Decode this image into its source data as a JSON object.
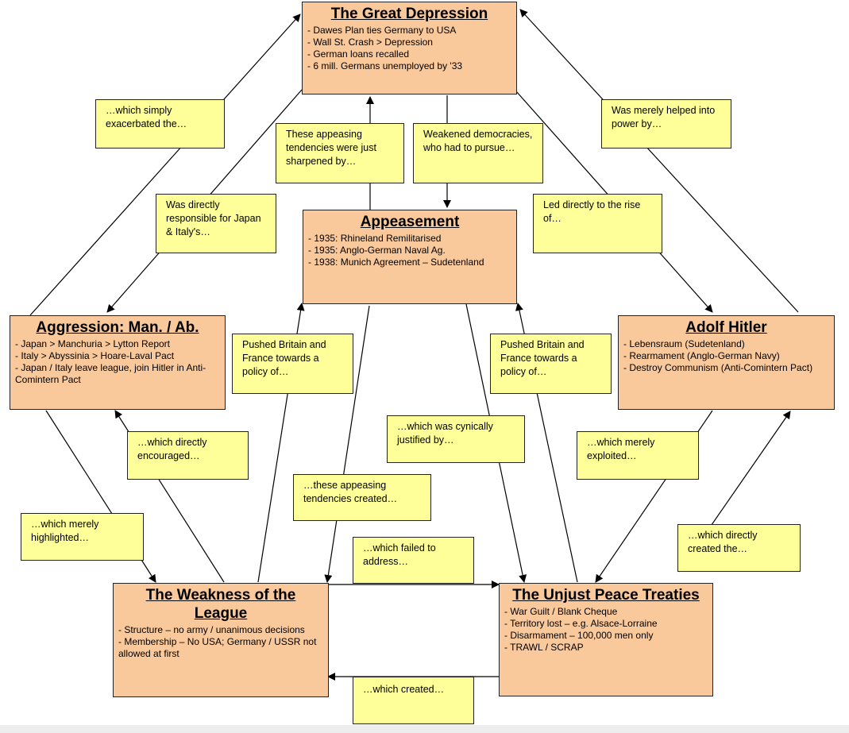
{
  "boxes": {
    "great_depression": {
      "title": "The Great Depression",
      "items": [
        "Dawes Plan ties Germany to USA",
        "Wall St. Crash > Depression",
        "German loans recalled",
        "6 mill. Germans unemployed by '33"
      ]
    },
    "appeasement": {
      "title": "Appeasement",
      "items": [
        "1935: Rhineland Remilitarised",
        "1935: Anglo-German Naval Ag.",
        "1938: Munich Agreement – Sudetenland"
      ]
    },
    "aggression": {
      "title": "Aggression: Man. / Ab.",
      "items": [
        "Japan > Manchuria > Lytton Report",
        "Italy > Abyssinia > Hoare-Laval Pact",
        "Japan / Italy leave league, join Hitler in Anti-Comintern Pact"
      ]
    },
    "hitler": {
      "title": "Adolf Hitler",
      "items": [
        "Lebensraum (Sudetenland)",
        "Rearmament (Anglo-German Navy)",
        "Destroy Communism (Anti-Comintern Pact)"
      ]
    },
    "league": {
      "title": "The Weakness of the League",
      "items": [
        "Structure – no army / unanimous decisions",
        "Membership – No USA; Germany / USSR not allowed at first"
      ]
    },
    "treaties": {
      "title": "The Unjust Peace Treaties",
      "items": [
        "War Guilt / Blank Cheque",
        "Territory lost – e.g. Alsace-Lorraine",
        "Disarmament – 100,000 men only",
        "TRAWL / SCRAP"
      ]
    }
  },
  "notes": {
    "exacerbated": "…which simply exacerbated the…",
    "helped_power": "Was merely helped into power by…",
    "sharpened": "These appeasing tendencies were just sharpened by…",
    "weakened_democracies": "Weakened democracies, who had to pursue…",
    "responsible": "Was directly responsible for Japan & Italy's…",
    "led_rise": "Led directly to the rise of…",
    "pushed_left": "Pushed Britain and France towards a policy of…",
    "pushed_right": "Pushed Britain and France towards a policy of…",
    "cynically": "…which was cynically justified by…",
    "encouraged": "…which directly encouraged…",
    "exploited": "…which merely exploited…",
    "created_tendencies": "…these appeasing tendencies created…",
    "highlighted": "…which merely highlighted…",
    "created_the": "…which directly created the…",
    "failed_address": "…which failed to address…",
    "which_created": "…which created…"
  }
}
